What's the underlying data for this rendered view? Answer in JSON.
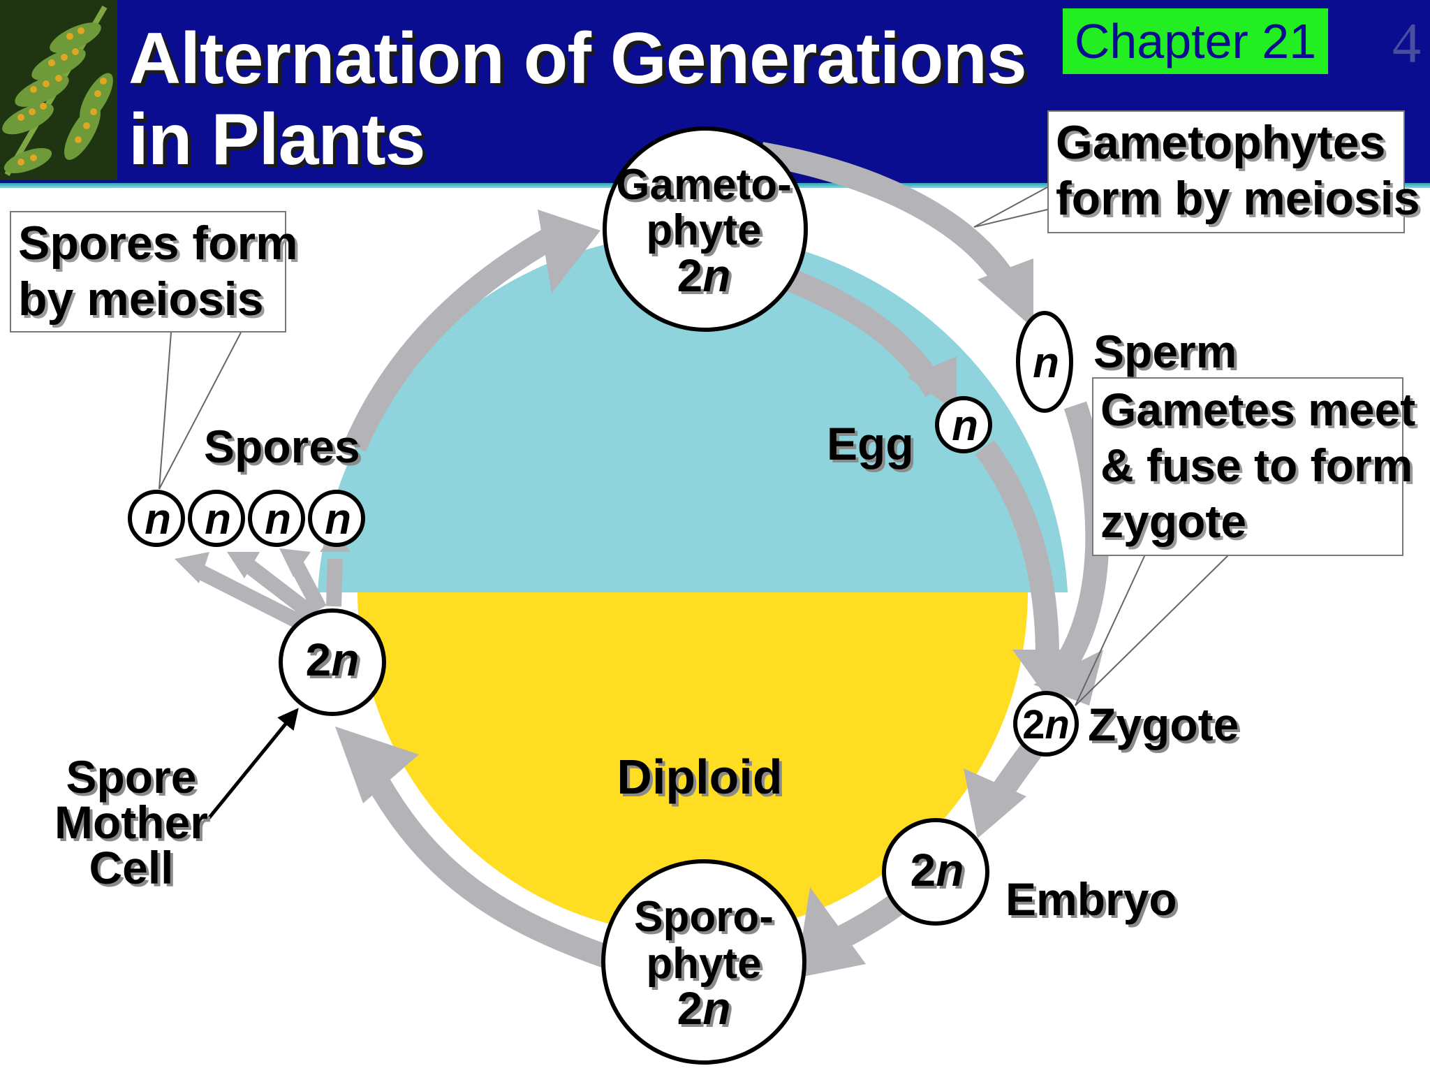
{
  "title": {
    "line1": "Alternation of Generations",
    "line2": "in Plants"
  },
  "chapter": "Chapter 21",
  "page_number": "4",
  "callouts": {
    "spores_meiosis": {
      "line1": "Spores form",
      "line2": "by meiosis"
    },
    "gametophytes_meiosis": {
      "line1": "Gametophytes",
      "line2": "form by meiosis"
    },
    "gametes_meet": {
      "line1": "Gametes meet",
      "line2": "& fuse to form",
      "line3": "zygote"
    }
  },
  "labels": {
    "spores": "Spores",
    "egg": "Egg",
    "sperm": "Sperm",
    "zygote": "Zygote",
    "embryo": "Embryo",
    "diploid": "Diploid",
    "spore_mother_cell": {
      "line1": "Spore",
      "line2": "Mother",
      "line3": "Cell"
    }
  },
  "nodes": {
    "gametophyte": {
      "line1": "Gameto-",
      "line2": "phyte",
      "ploidy_num": "2",
      "ploidy_var": "n"
    },
    "sporophyte": {
      "line1": "Sporo-",
      "line2": "phyte",
      "ploidy_num": "2",
      "ploidy_var": "n"
    },
    "spore_mother": {
      "ploidy_num": "2",
      "ploidy_var": "n"
    },
    "zygote": {
      "ploidy_num": "2",
      "ploidy_var": "n"
    },
    "embryo": {
      "ploidy_num": "2",
      "ploidy_var": "n"
    },
    "egg": {
      "ploidy_var": "n"
    },
    "sperm": {
      "ploidy_var": "n"
    },
    "spores": [
      {
        "ploidy_var": "n"
      },
      {
        "ploidy_var": "n"
      },
      {
        "ploidy_var": "n"
      },
      {
        "ploidy_var": "n"
      }
    ]
  },
  "colors": {
    "header_bg": "#0a0d8f",
    "chapter_bg": "#22ee22",
    "haploid_region": "#8fd3dc",
    "diploid_region": "#ffdd22",
    "cycle_arrow": "#b4b4b8"
  }
}
